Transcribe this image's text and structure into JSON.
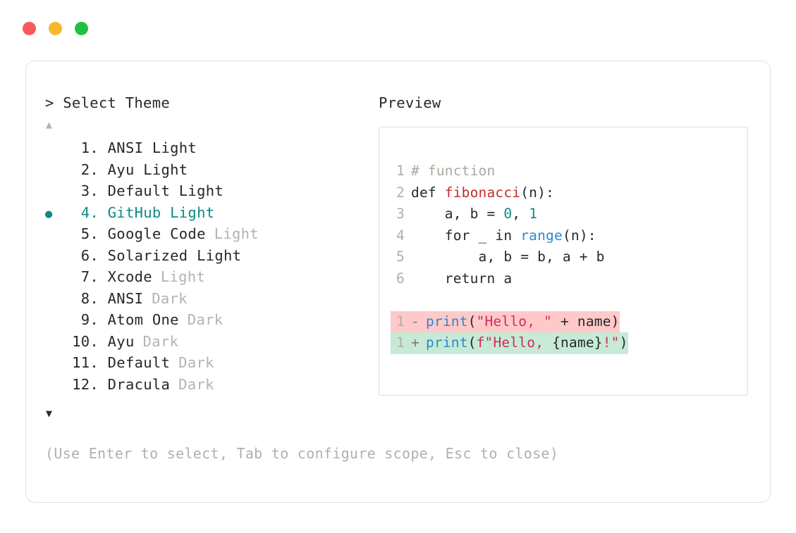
{
  "window": {
    "traffic_lights": [
      {
        "name": "close",
        "color": "#f9595a"
      },
      {
        "name": "minimize",
        "color": "#f7b731"
      },
      {
        "name": "maximize",
        "color": "#23bf42"
      }
    ]
  },
  "left": {
    "prompt": "> Select Theme",
    "scroll_up_glyph": "▲",
    "scroll_down_glyph": "▼",
    "selected_bullet": "●",
    "themes": [
      {
        "index": " 1.",
        "name": "ANSI Light",
        "variant": "",
        "variant_muted": false,
        "selected": false
      },
      {
        "index": " 2.",
        "name": "Ayu Light",
        "variant": "",
        "variant_muted": false,
        "selected": false
      },
      {
        "index": " 3.",
        "name": "Default Light",
        "variant": "",
        "variant_muted": false,
        "selected": false
      },
      {
        "index": " 4.",
        "name": "GitHub Light",
        "variant": "",
        "variant_muted": false,
        "selected": true
      },
      {
        "index": " 5.",
        "name": "Google Code",
        "variant": "Light",
        "variant_muted": true,
        "selected": false
      },
      {
        "index": " 6.",
        "name": "Solarized Light",
        "variant": "",
        "variant_muted": false,
        "selected": false
      },
      {
        "index": " 7.",
        "name": "Xcode",
        "variant": "Light",
        "variant_muted": true,
        "selected": false
      },
      {
        "index": " 8.",
        "name": "ANSI",
        "variant": "Dark",
        "variant_muted": true,
        "selected": false
      },
      {
        "index": " 9.",
        "name": "Atom One",
        "variant": "Dark",
        "variant_muted": true,
        "selected": false
      },
      {
        "index": "10.",
        "name": "Ayu",
        "variant": "Dark",
        "variant_muted": true,
        "selected": false
      },
      {
        "index": "11.",
        "name": "Default",
        "variant": "Dark",
        "variant_muted": true,
        "selected": false
      },
      {
        "index": "12.",
        "name": "Dracula",
        "variant": "Dark",
        "variant_muted": true,
        "selected": false
      }
    ],
    "hint": "(Use Enter to select, Tab to configure scope, Esc to close)"
  },
  "right": {
    "preview_label": "Preview",
    "code_lines": [
      {
        "lno": "1",
        "tokens": [
          {
            "t": "# function",
            "c": "comment"
          }
        ]
      },
      {
        "lno": "2",
        "tokens": [
          {
            "t": "def ",
            "c": "keyword"
          },
          {
            "t": "fibonacci",
            "c": "func"
          },
          {
            "t": "(n):",
            "c": "plain"
          }
        ]
      },
      {
        "lno": "3",
        "tokens": [
          {
            "t": "    a, b = ",
            "c": "plain"
          },
          {
            "t": "0",
            "c": "num"
          },
          {
            "t": ", ",
            "c": "plain"
          },
          {
            "t": "1",
            "c": "num"
          }
        ]
      },
      {
        "lno": "4",
        "tokens": [
          {
            "t": "    for _ in ",
            "c": "plain"
          },
          {
            "t": "range",
            "c": "builtin"
          },
          {
            "t": "(n):",
            "c": "plain"
          }
        ]
      },
      {
        "lno": "5",
        "tokens": [
          {
            "t": "        a, b = b, a + b",
            "c": "plain"
          }
        ]
      },
      {
        "lno": "6",
        "tokens": [
          {
            "t": "    return a",
            "c": "plain"
          }
        ]
      }
    ],
    "diff_lines": [
      {
        "lno": "1",
        "sign": "-",
        "kind": "del",
        "tokens": [
          {
            "t": "print",
            "c": "builtin"
          },
          {
            "t": "(",
            "c": "plain"
          },
          {
            "t": "\"Hello, \"",
            "c": "string"
          },
          {
            "t": " + name)",
            "c": "plain"
          }
        ]
      },
      {
        "lno": "1",
        "sign": "+",
        "kind": "add",
        "tokens": [
          {
            "t": "print",
            "c": "builtin"
          },
          {
            "t": "(",
            "c": "plain"
          },
          {
            "t": "f\"Hello, ",
            "c": "string"
          },
          {
            "t": "{name}",
            "c": "plain"
          },
          {
            "t": "!\"",
            "c": "string"
          },
          {
            "t": ")",
            "c": "plain"
          }
        ]
      }
    ]
  },
  "colors": {
    "accent_teal": "#0f8a85",
    "diff_del_bg": "#ffc9c9",
    "diff_add_bg": "#c6ead5",
    "muted_text": "#b3b3b6",
    "border": "#e2e2e4"
  }
}
